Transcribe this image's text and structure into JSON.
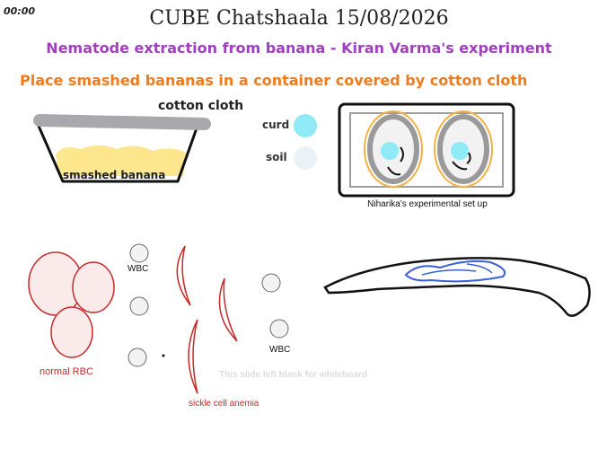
{
  "timer": "00:00",
  "title": "CUBE Chatshaala 15/08/2026",
  "subtitle": "Nematode extraction from banana - Kiran Varma's experiment",
  "instruction": "Place smashed bananas in a container covered by cotton cloth",
  "container_drawing": {
    "cloth_label": "cotton cloth",
    "banana_label": "smashed banana"
  },
  "legend": {
    "curd_label": "curd",
    "soil_label": "soil",
    "curd_color": "#8eeaf5",
    "soil_color": "#eaf2f5"
  },
  "setup_caption": "Niharika's experimental set up",
  "cells": {
    "rbc_label": "normal RBC",
    "wbc_label_1": "WBC",
    "wbc_label_2": "WBC",
    "sickle_label": "sickle cell anemia",
    "rbc_color": "#c62828"
  },
  "whiteboard_note": "This slide left blank for whiteboard"
}
